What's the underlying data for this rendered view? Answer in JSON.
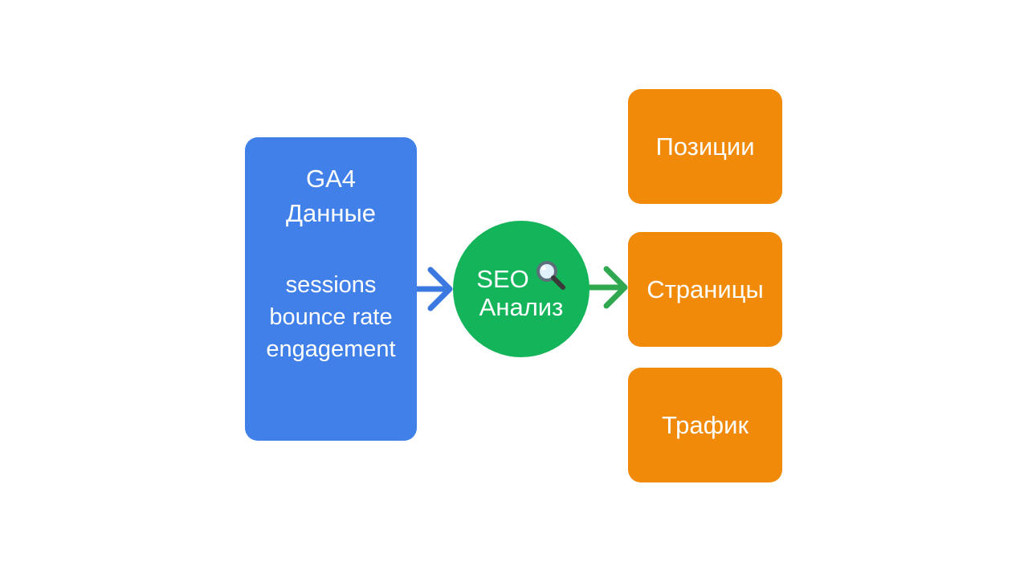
{
  "source": {
    "title_line1": "GA4",
    "title_line2": "Данные",
    "metrics": [
      "sessions",
      "bounce rate",
      "engagement"
    ]
  },
  "hub": {
    "line1": "SEO",
    "line2": "Анализ",
    "icon": "magnifier-icon"
  },
  "outputs": [
    "Позиции",
    "Страницы",
    "Трафик"
  ],
  "colors": {
    "source": "#4080e8",
    "hub": "#14b55a",
    "outputs": "#f08a08",
    "arrow_in": "#3b78e0",
    "arrow_out": "#2fa84f"
  }
}
